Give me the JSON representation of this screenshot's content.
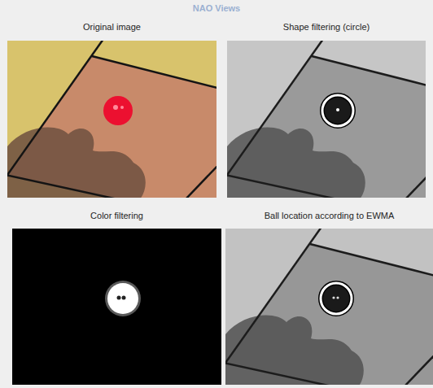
{
  "diagram": {
    "title": "NAO Views",
    "nodes": [
      {
        "text": [
          "Original image"
        ]
      },
      {
        "text": [
          "Shape filtering (circle)"
        ]
      },
      {
        "text": [
          "Color filtering"
        ]
      },
      {
        "text": [
          "Ball location according to EWMA"
        ]
      }
    ]
  }
}
